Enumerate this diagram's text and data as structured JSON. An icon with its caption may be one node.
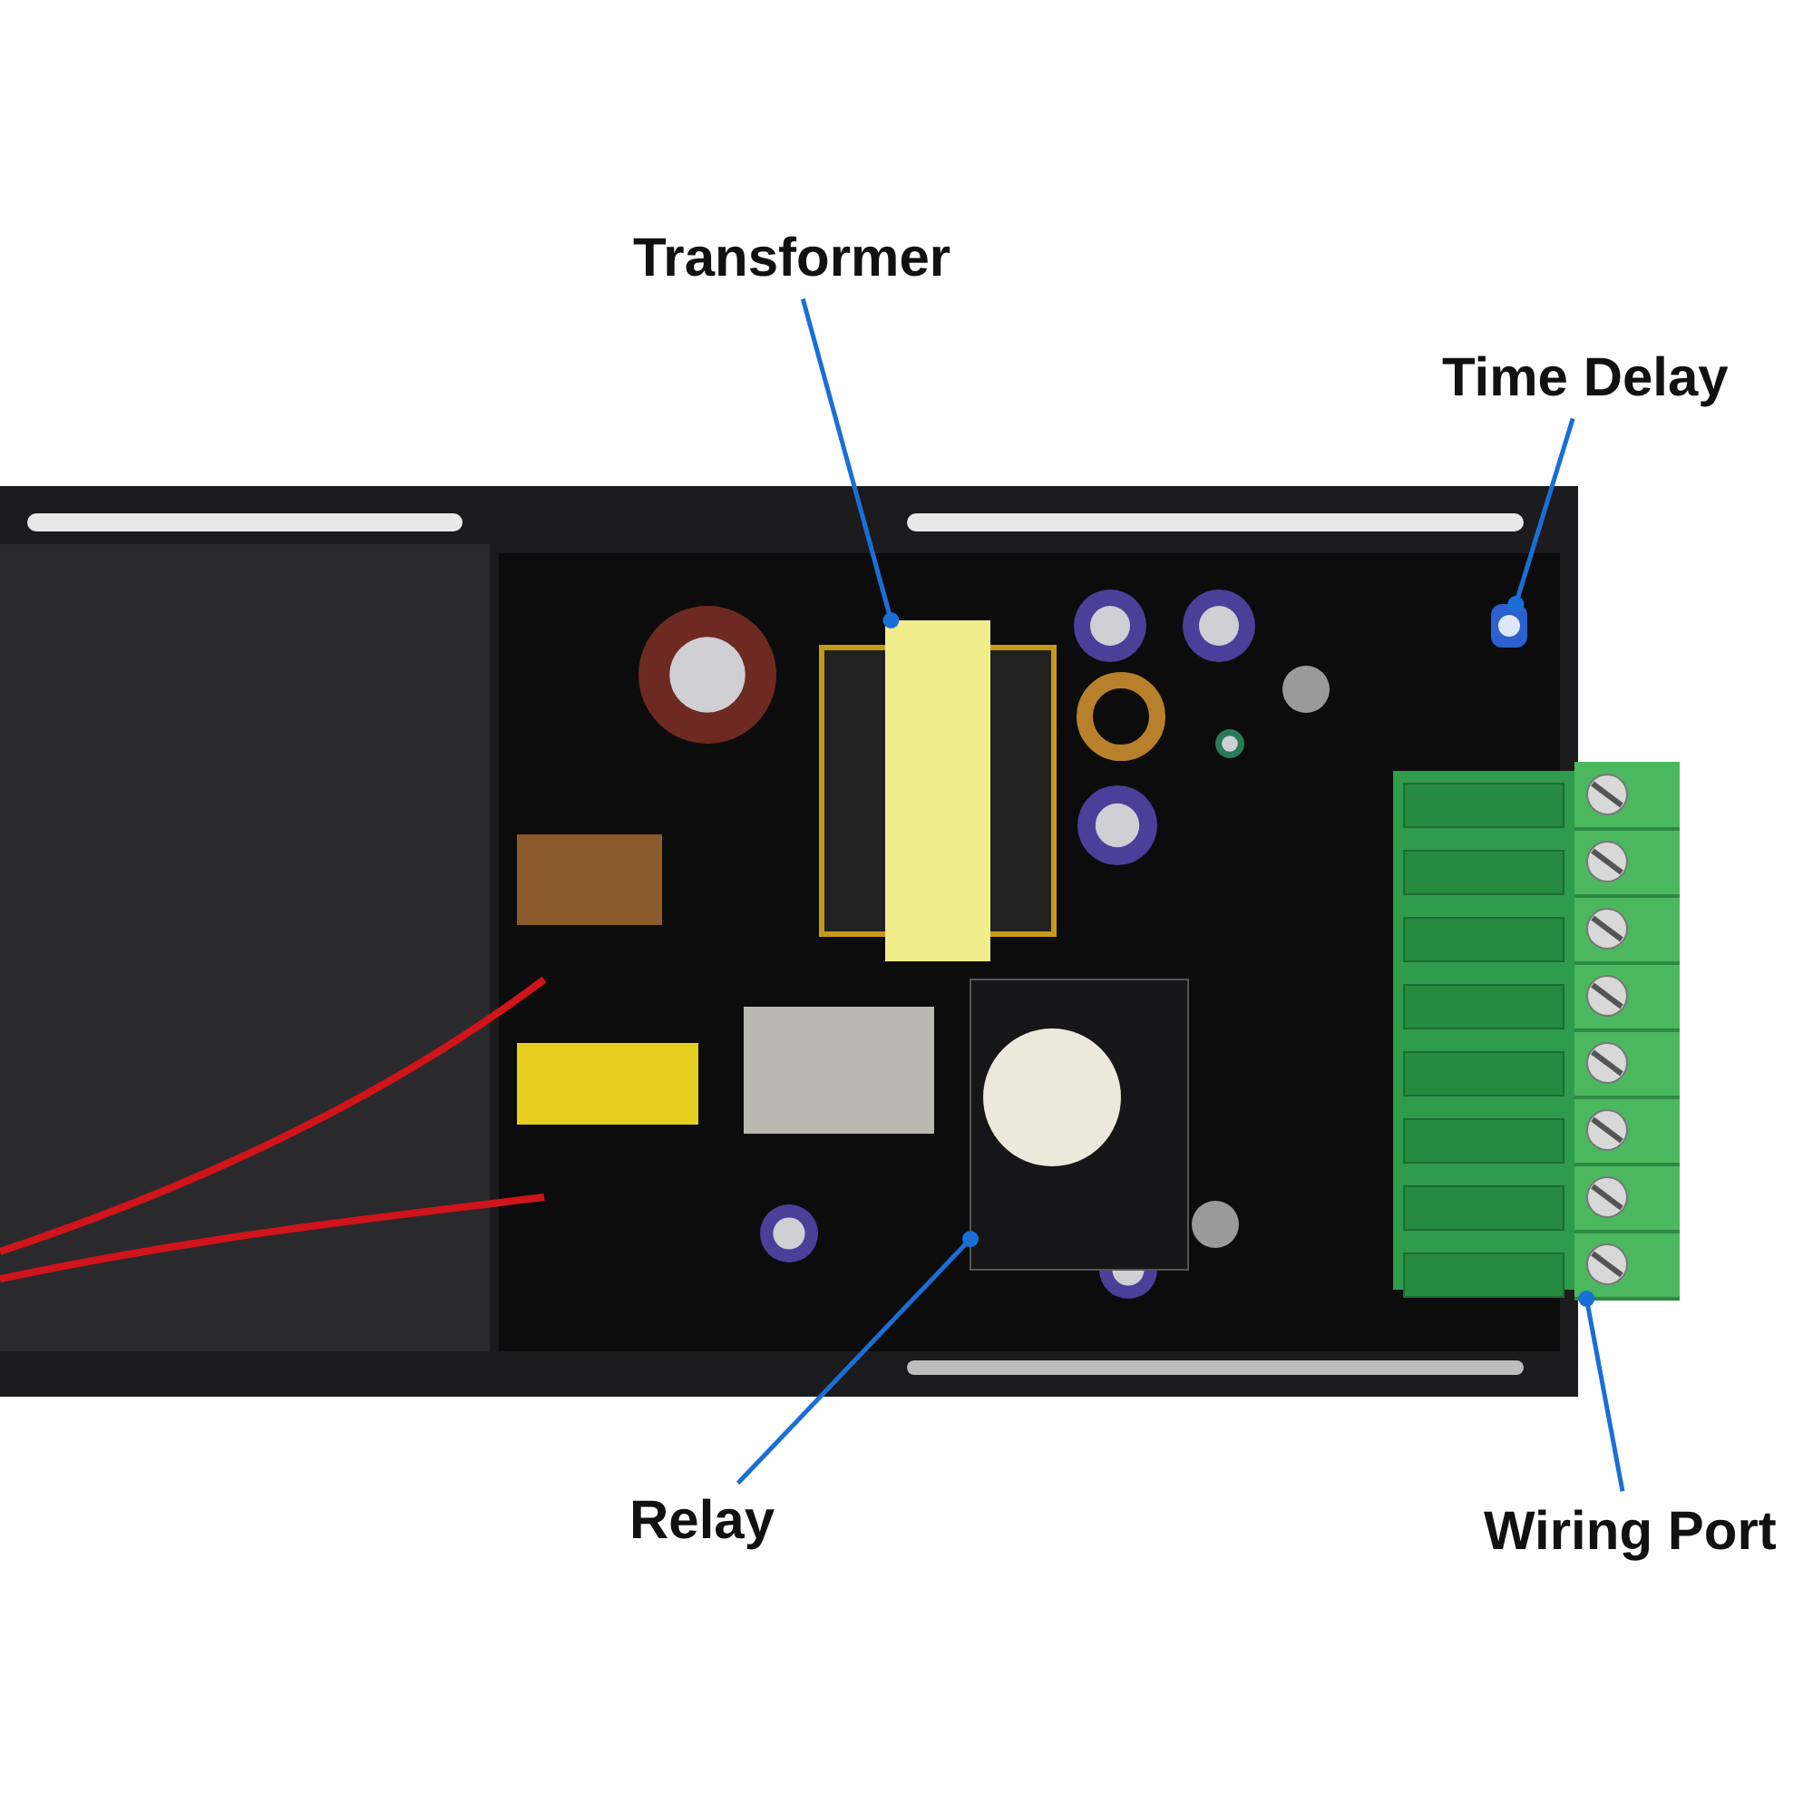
{
  "diagram": {
    "nodes": [
      {
        "text": [
          "Transformer"
        ]
      },
      {
        "text": [
          "Time Delay"
        ]
      },
      {
        "text": [],
        "shape": "picture"
      },
      {
        "text": [],
        "shape": "picture"
      },
      {
        "text": [],
        "shape": "picture"
      },
      {
        "text": [],
        "shape": "picture"
      },
      {
        "text": [
          "Relay"
        ]
      },
      {
        "text": [
          "Wiring Port"
        ]
      }
    ],
    "edges": [
      {
        "from": 0,
        "to": 2,
        "arrow": "other"
      },
      {
        "from": 1,
        "to": 3,
        "arrow": "other"
      },
      {
        "from": 6,
        "to": 4,
        "arrow": "other"
      },
      {
        "from": 7,
        "to": 5,
        "arrow": "other"
      }
    ]
  }
}
